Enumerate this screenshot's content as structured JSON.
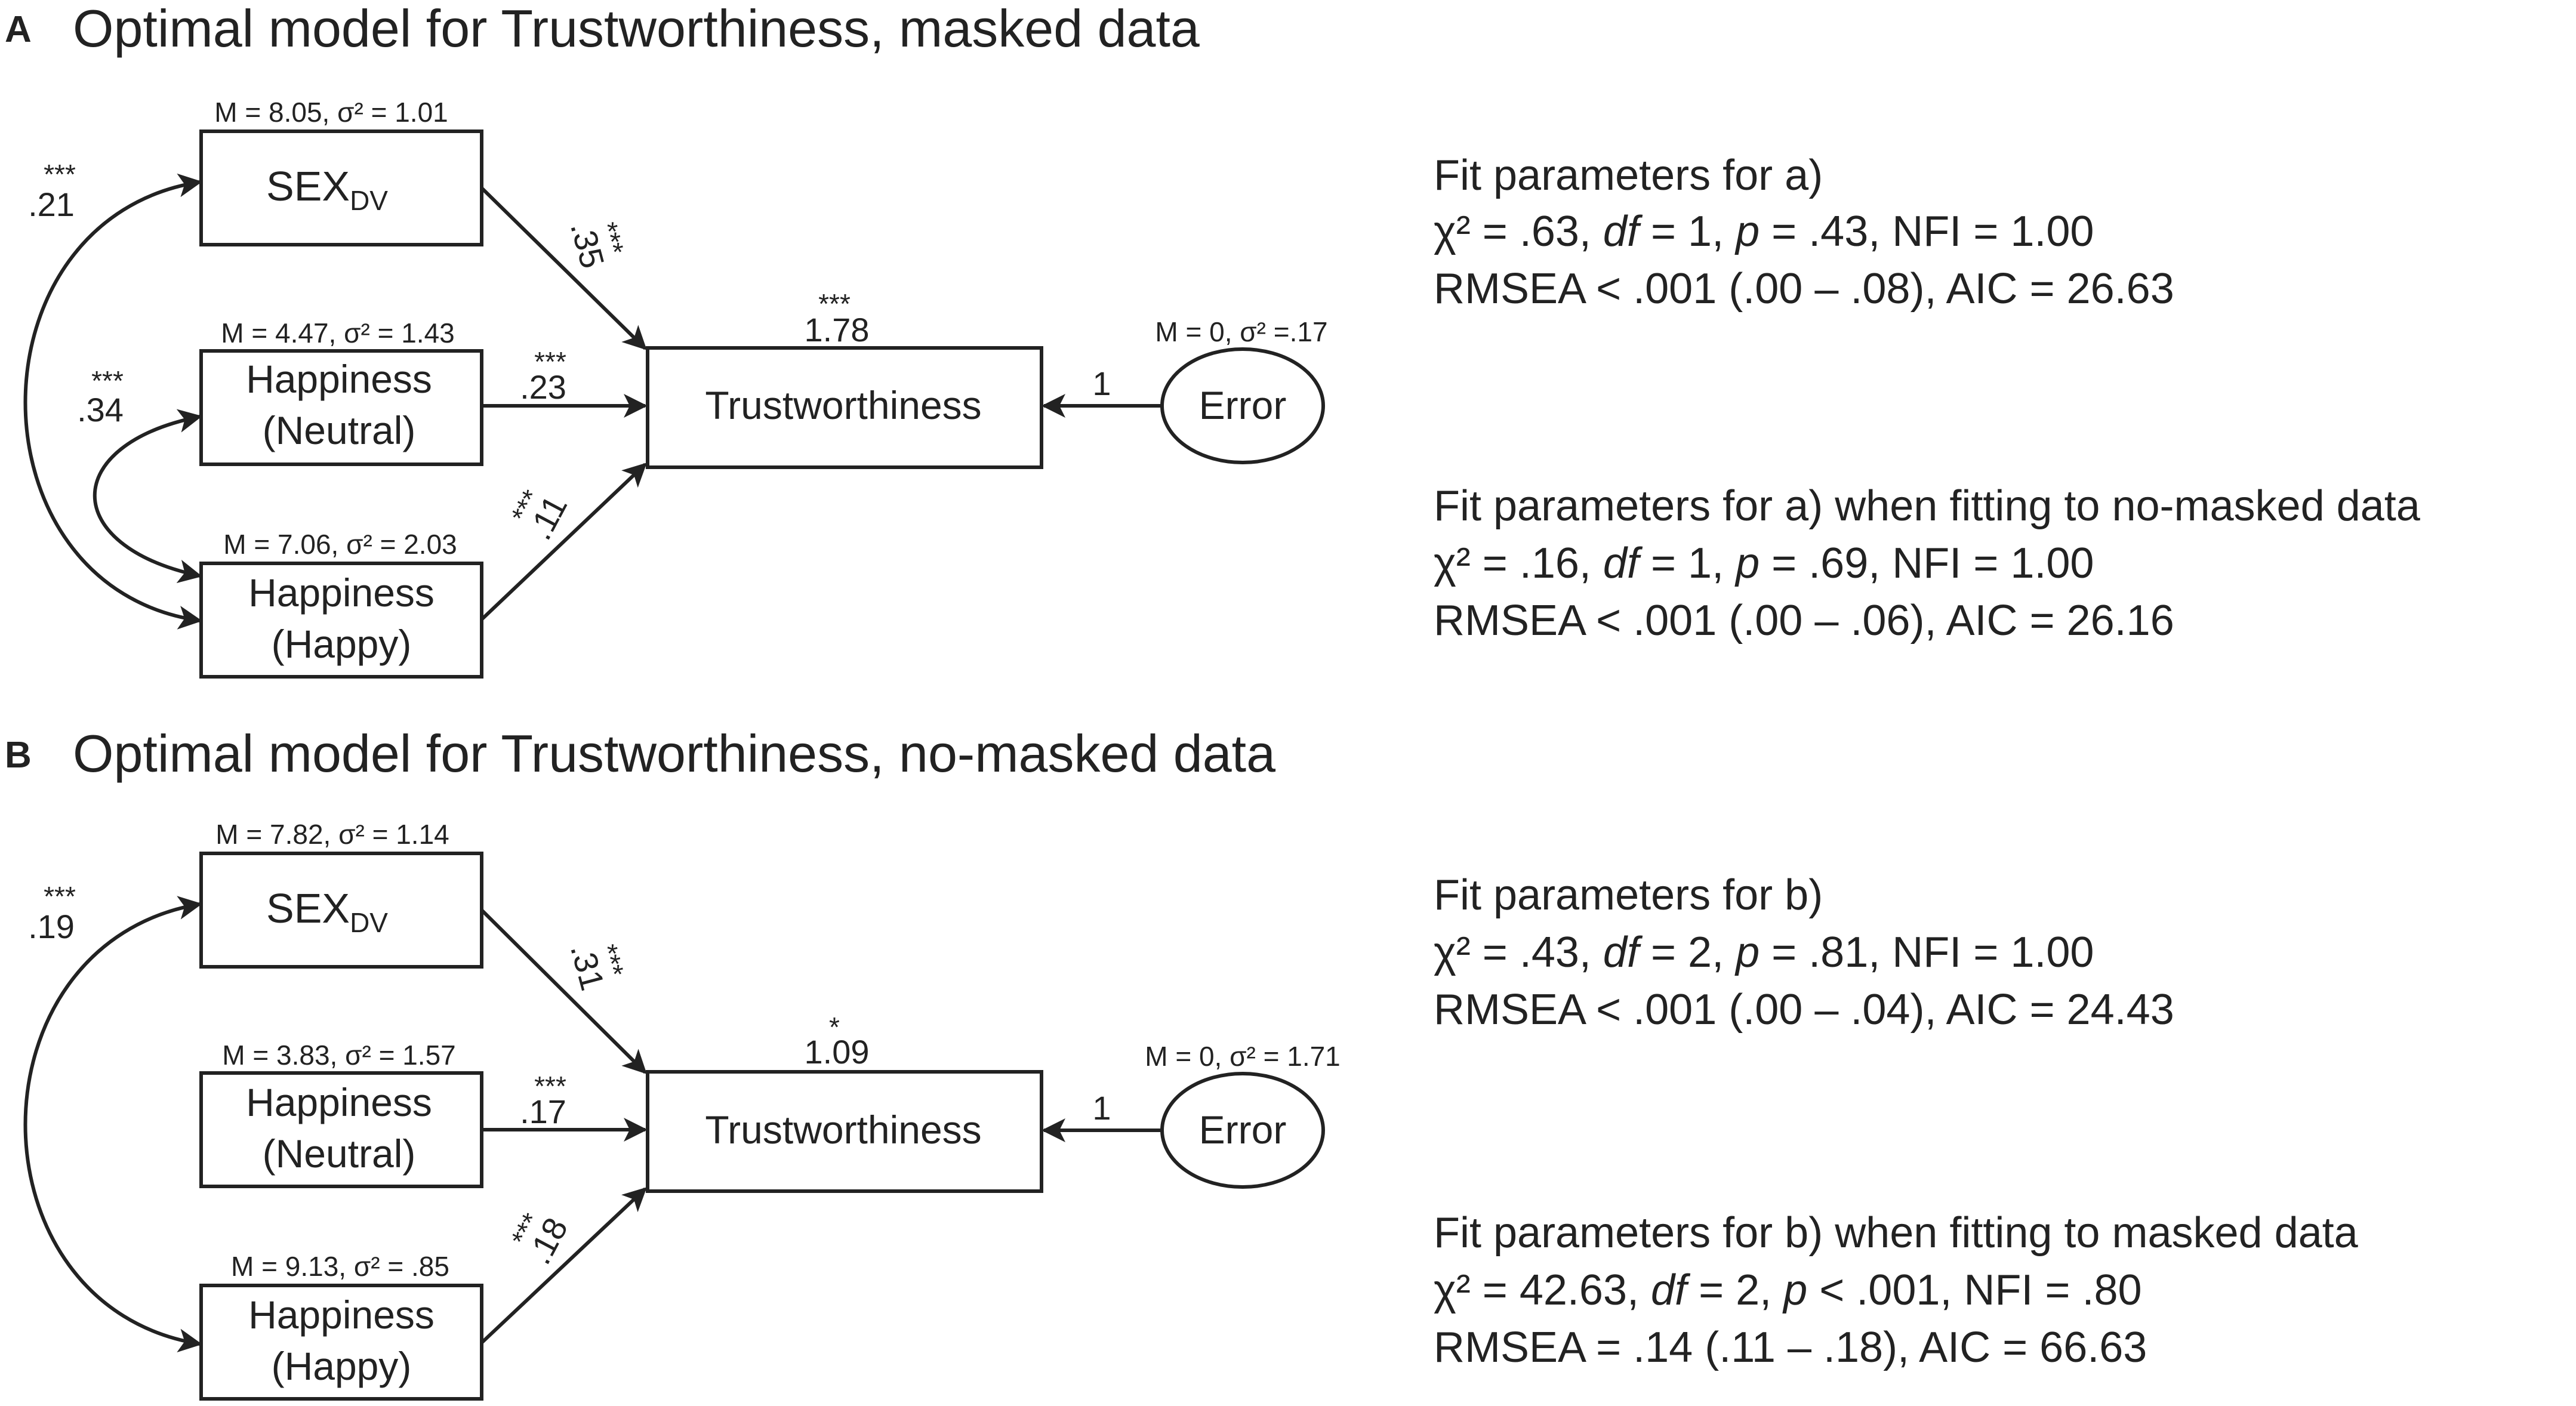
{
  "panelA": {
    "letter": "A",
    "title": "Optimal model for Trustworthiness, masked data",
    "sex": {
      "stats": "M = 8.05, σ² = 1.01",
      "label_main": "SEX",
      "label_sub": "DV"
    },
    "neutral": {
      "stats": "M = 4.47, σ² = 1.43",
      "line1": "Happiness",
      "line2": "(Neutral)"
    },
    "happy": {
      "stats": "M = 7.06, σ² = 2.03",
      "line1": "Happiness",
      "line2": "(Happy)"
    },
    "target": {
      "label": "Trustworthiness",
      "intercept": "1.78",
      "intercept_sig": "***"
    },
    "error": {
      "label": "Error",
      "stats": "M = 0, σ² =.17",
      "path": "1"
    },
    "paths": {
      "sex": {
        "coef": ".35",
        "sig": "***"
      },
      "neutral": {
        "coef": ".23",
        "sig": "***"
      },
      "happy": {
        "coef": ".11",
        "sig": "***"
      }
    },
    "cov": {
      "sex_happy": {
        "coef": ".21",
        "sig": "***"
      },
      "neutral_happy": {
        "coef": ".34",
        "sig": "***"
      }
    },
    "fit1": {
      "heading": "Fit parameters for a)",
      "line1": {
        "a": "χ² = .63, ",
        "df": "df",
        "b": " = 1, ",
        "p": "p",
        "c": " = .43, NFI = 1.00"
      },
      "line2": "RMSEA < .001 (.00 – .08), AIC = 26.63"
    },
    "fit2": {
      "heading": "Fit parameters for a) when fitting to no-masked data",
      "line1": {
        "a": "χ² = .16, ",
        "df": "df",
        "b": " = 1, ",
        "p": "p",
        "c": " = .69, NFI = 1.00"
      },
      "line2": "RMSEA < .001 (.00 – .06), AIC = 26.16"
    }
  },
  "panelB": {
    "letter": "B",
    "title": "Optimal model for Trustworthiness, no-masked data",
    "sex": {
      "stats": "M = 7.82, σ² = 1.14",
      "label_main": "SEX",
      "label_sub": "DV"
    },
    "neutral": {
      "stats": "M = 3.83, σ² = 1.57",
      "line1": "Happiness",
      "line2": "(Neutral)"
    },
    "happy": {
      "stats": "M = 9.13, σ² = .85",
      "line1": "Happiness",
      "line2": "(Happy)"
    },
    "target": {
      "label": "Trustworthiness",
      "intercept": "1.09",
      "intercept_sig": "*"
    },
    "error": {
      "label": "Error",
      "stats": "M = 0, σ² = 1.71",
      "path": "1"
    },
    "paths": {
      "sex": {
        "coef": ".31",
        "sig": "***"
      },
      "neutral": {
        "coef": ".17",
        "sig": "***"
      },
      "happy": {
        "coef": ".18",
        "sig": "***"
      }
    },
    "cov": {
      "sex_happy": {
        "coef": ".19",
        "sig": "***"
      }
    },
    "fit1": {
      "heading": "Fit parameters for b)",
      "line1": {
        "a": "χ² = .43, ",
        "df": "df",
        "b": " = 2, ",
        "p": "p",
        "c": " = .81, NFI = 1.00"
      },
      "line2": "RMSEA < .001 (.00 – .04), AIC = 24.43"
    },
    "fit2": {
      "heading": "Fit parameters for b) when fitting to masked data",
      "line1": {
        "a": "χ² = 42.63, ",
        "df": "df",
        "b": " = 2, ",
        "p": "p",
        "c": " < .001, NFI = .80"
      },
      "line2": "RMSEA = .14 (.11 – .18), AIC = 66.63"
    }
  }
}
